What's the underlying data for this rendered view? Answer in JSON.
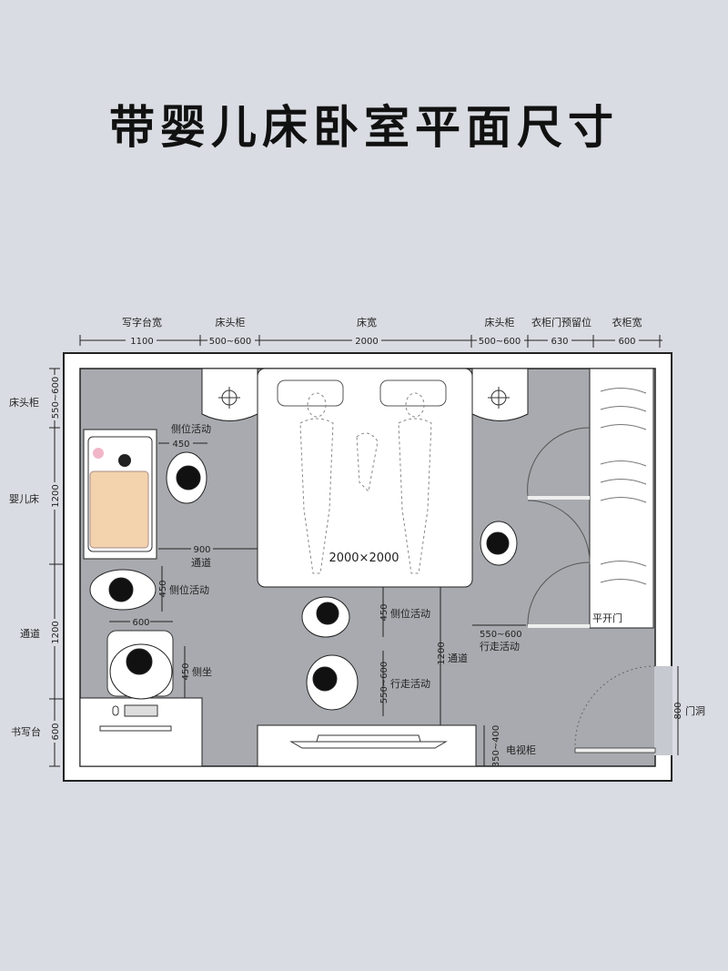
{
  "title": "带婴儿床卧室平面尺寸",
  "top_dimensions": [
    {
      "label": "写字台宽",
      "value": "1100"
    },
    {
      "label": "床头柜",
      "value": "500~600"
    },
    {
      "label": "床宽",
      "value": "2000"
    },
    {
      "label": "床头柜",
      "value": "500~600"
    },
    {
      "label": "衣柜门预留位",
      "value": "630"
    },
    {
      "label": "衣柜宽",
      "value": "600"
    }
  ],
  "left_dimensions": [
    {
      "label": "床头柜",
      "value": "550~600"
    },
    {
      "label": "婴儿床",
      "value": "1200"
    },
    {
      "label": "通道",
      "value": "1200"
    },
    {
      "label": "书写台",
      "value": "600"
    }
  ],
  "annotations": {
    "crib_side": {
      "label": "侧位活动",
      "value": "450"
    },
    "passage_900": {
      "label": "通道",
      "value": "900"
    },
    "crib_below": {
      "label": "侧位活动",
      "value": "450"
    },
    "desk_width": {
      "value": "600"
    },
    "desk_seat": {
      "label": "侧坐",
      "value": "450"
    },
    "bed_size": "2000×2000",
    "bed_foot_side": {
      "label": "侧位活动",
      "value": "450"
    },
    "walk": {
      "label": "行走活动",
      "value": "550~600"
    },
    "passage_1200": {
      "label": "通道",
      "value": "1200"
    },
    "wardrobe_walk": {
      "label": "行走活动",
      "value": "550~600"
    },
    "wardrobe_door": "平开门",
    "tv_cabinet": {
      "label": "电视柜",
      "value": "350~400"
    },
    "door_opening": {
      "label": "门洞",
      "value": "800"
    }
  },
  "colors": {
    "background": "#d9dce2",
    "floor": "#a8aaaf",
    "wall": "#ffffff",
    "crib_blanket": "#f2d3ad"
  }
}
